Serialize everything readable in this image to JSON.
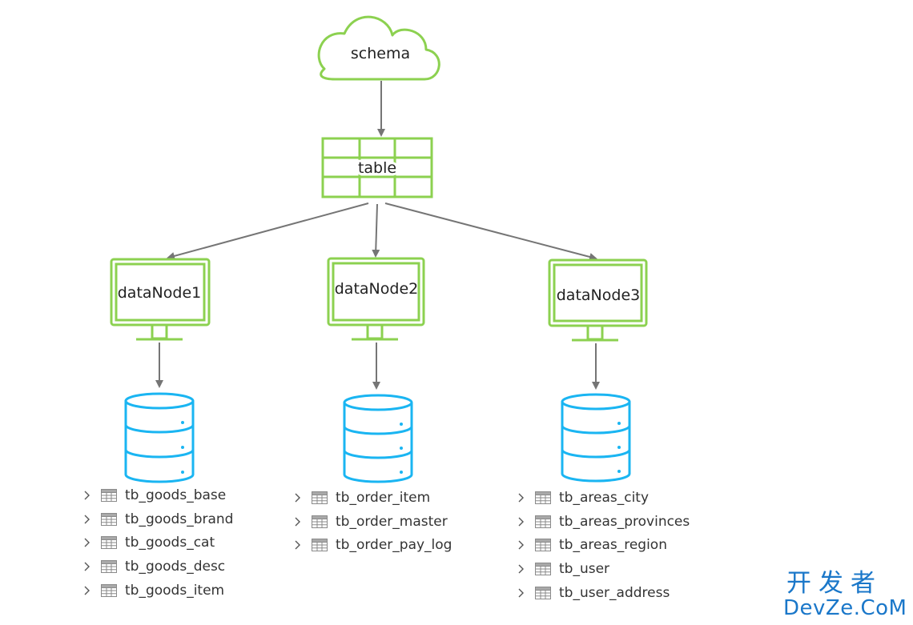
{
  "colors": {
    "green": "#8cd150",
    "cyan": "#1ab5f2",
    "arrow": "#757575",
    "watermark": "#1a77c9"
  },
  "nodes": {
    "schema": "schema",
    "table": "table",
    "data_nodes": [
      "dataNode1",
      "dataNode2",
      "dataNode3"
    ]
  },
  "table_lists": [
    [
      "tb_goods_base",
      "tb_goods_brand",
      "tb_goods_cat",
      "tb_goods_desc",
      "tb_goods_item"
    ],
    [
      "tb_order_item",
      "tb_order_master",
      "tb_order_pay_log"
    ],
    [
      "tb_areas_city",
      "tb_areas_provinces",
      "tb_areas_region",
      "tb_user",
      "tb_user_address"
    ]
  ],
  "watermark": {
    "cn": "开发者",
    "en": "DevZe.CoM"
  }
}
